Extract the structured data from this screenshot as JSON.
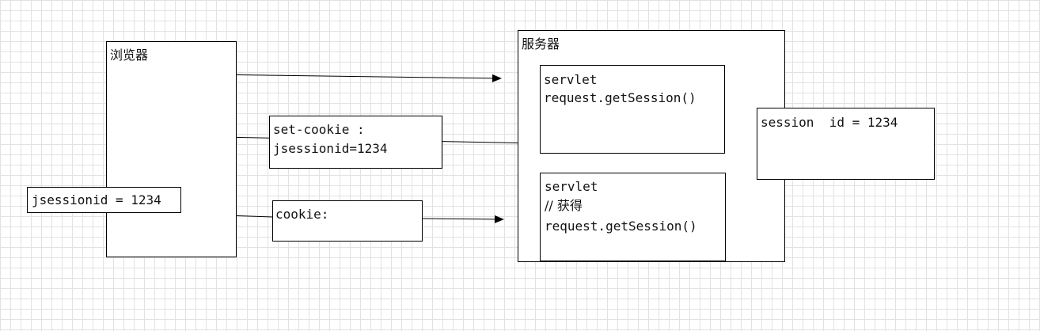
{
  "browser": {
    "title": "浏览器"
  },
  "server": {
    "title": "服务器"
  },
  "servlet1": {
    "line1": "servlet",
    "line2": "request.getSession()"
  },
  "servlet2": {
    "line1": "servlet",
    "line2": "// 获得",
    "line3": "request.getSession()"
  },
  "session": {
    "text": "session  id = 1234"
  },
  "set_cookie": {
    "line1": "set-cookie :",
    "line2": "jsessionid=1234"
  },
  "cookie": {
    "text": "cookie:"
  },
  "browser_jsessionid": {
    "text": "jsessionid = 1234"
  }
}
